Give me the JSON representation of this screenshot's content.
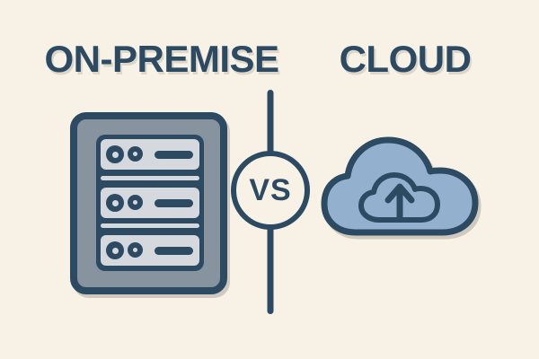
{
  "graphic": {
    "left": {
      "title": "ON-PREMISE",
      "icon": "server-rack-icon"
    },
    "right": {
      "title": "CLOUD",
      "icon": "cloud-upload-icon"
    },
    "divider": {
      "label": "VS"
    }
  },
  "colors": {
    "background": "#f7f1e6",
    "navy": "#2d4a63",
    "server_body": "#87939e",
    "server_face": "#d5d9de",
    "cloud_fill": "#93b0cf"
  }
}
